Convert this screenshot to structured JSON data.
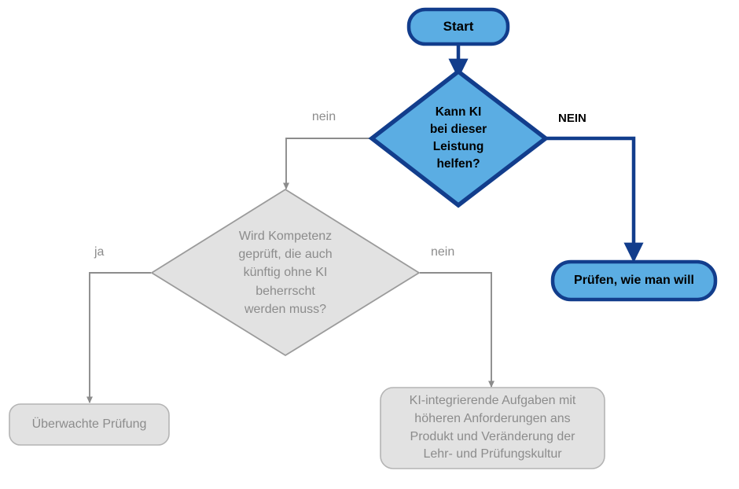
{
  "diagram": {
    "title": "KI-Pruefungsentscheidung Flussdiagramm",
    "colors": {
      "blue_fill": "#5BADE3",
      "blue_stroke": "#123D8C",
      "gray_fill": "#E2E2E2",
      "gray_stroke": "#8C8C8C",
      "gray_text": "#8C8C8C",
      "black_text": "#000000",
      "background": "#FFFFFF"
    },
    "nodes": [
      {
        "id": "start",
        "shape": "rounded-rectangle",
        "style": "blue",
        "label": "Start"
      },
      {
        "id": "decision-ki-hilft",
        "shape": "diamond",
        "style": "blue",
        "label": "Kann KI\nbei dieser\nLeistung\nhelfen?"
      },
      {
        "id": "decision-kompetenz",
        "shape": "diamond",
        "style": "gray",
        "label": "Wird Kompetenz\ngeprüft, die auch\nkünftig ohne KI\nbeherrscht\nwerden muss?"
      },
      {
        "id": "terminal-pruefen-wie-man-will",
        "shape": "rounded-rectangle",
        "style": "blue",
        "label": "Prüfen, wie man will"
      },
      {
        "id": "terminal-ueberwachte-pruefung",
        "shape": "rounded-rectangle",
        "style": "gray",
        "label": "Überwachte Prüfung"
      },
      {
        "id": "terminal-ki-integrierende-aufgaben",
        "shape": "rounded-rectangle",
        "style": "gray",
        "label": "KI-integrierende Aufgaben mit\nhöheren Anforderungen ans\nProdukt und Veränderung der\nLehr- und Prüfungskultur"
      }
    ],
    "edges": [
      {
        "id": "edge-start-to-decision",
        "from": "start",
        "to": "decision-ki-hilft",
        "label": "",
        "style": "blue"
      },
      {
        "id": "edge-decision-nein-left",
        "from": "decision-ki-hilft",
        "to": "decision-kompetenz",
        "label": "nein",
        "style": "gray"
      },
      {
        "id": "edge-decision-nein-right",
        "from": "decision-ki-hilft",
        "to": "terminal-pruefen-wie-man-will",
        "label": "NEIN",
        "style": "blue"
      },
      {
        "id": "edge-kompetenz-ja",
        "from": "decision-kompetenz",
        "to": "terminal-ueberwachte-pruefung",
        "label": "ja",
        "style": "gray"
      },
      {
        "id": "edge-kompetenz-nein",
        "from": "decision-kompetenz",
        "to": "terminal-ki-integrierende-aufgaben",
        "label": "nein",
        "style": "gray"
      }
    ]
  }
}
